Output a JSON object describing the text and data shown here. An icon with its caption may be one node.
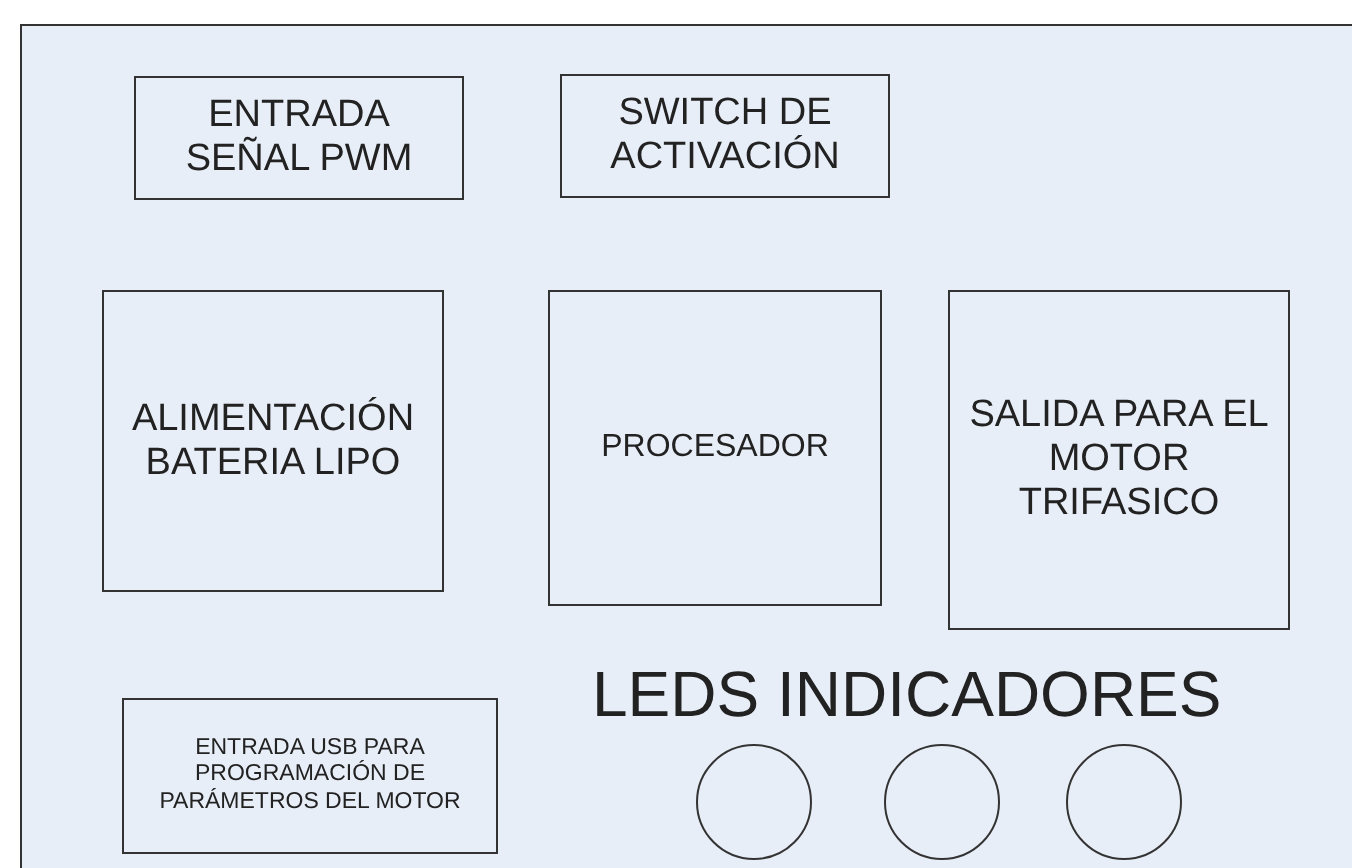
{
  "diagram": {
    "nodes": [
      {
        "text": [],
        "shape": "box"
      },
      {
        "text": [
          "ENTRADA SEÑAL PWM"
        ],
        "in": 0
      },
      {
        "text": [
          "SWITCH DE ACTIVACIÓN"
        ],
        "in": 0
      },
      {
        "text": [
          "ALIMENTACIÓN BATERIA LIPO"
        ],
        "in": 0
      },
      {
        "text": [
          "PROCESADOR"
        ],
        "in": 0
      },
      {
        "text": [
          "SALIDA PARA EL MOTOR TRIFASICO"
        ],
        "in": 0
      },
      {
        "text": [
          "ENTRADA USB PARA PROGRAMACIÓN DE PARÁMETROS DEL MOTOR"
        ],
        "in": 0
      },
      {
        "text": [],
        "shape": "circle",
        "in": 0
      },
      {
        "text": [],
        "shape": "circle",
        "in": 0
      },
      {
        "text": [],
        "shape": "circle",
        "in": 0
      }
    ],
    "edges": [],
    "labels": [
      "LEDS INDICADORES"
    ]
  }
}
